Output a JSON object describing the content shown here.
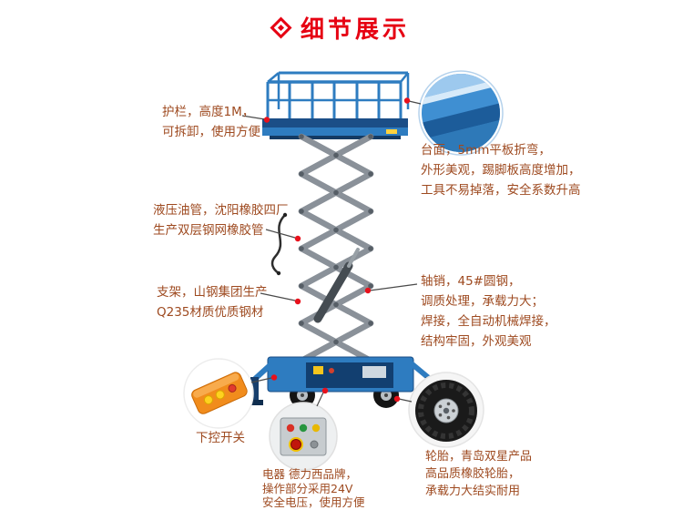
{
  "title": "细节展示",
  "colors": {
    "title_red": "#e60012",
    "note_text": "#9e4a20",
    "dot_red": "#e8111c",
    "lift_blue": "#2e7cc0",
    "lift_navy": "#1a4d85",
    "scissor_gray": "#8a9199",
    "remote_orange": "#f18c1c",
    "tire_black": "#1a1a1a"
  },
  "notes": {
    "guardrail": {
      "lines": [
        "护栏，高度1M，",
        "可拆卸，使用方便"
      ]
    },
    "platform": {
      "lines": [
        "台面，5mm平板折弯，",
        "外形美观，踢脚板高度增加，",
        "工具不易掉落，安全系数升高"
      ]
    },
    "hydraulic_hose": {
      "lines": [
        "液压油管，沈阳橡胶四厂",
        "生产双层钢网橡胶管"
      ]
    },
    "frame": {
      "lines": [
        "支架，山钢集团生产",
        "Q235材质优质钢材"
      ]
    },
    "axle_pin": {
      "lines": [
        "轴销，45#圆钢，",
        "调质处理，承载力大；",
        "焊接，全自动机械焊接，",
        "结构牢固，外观美观"
      ]
    },
    "lower_control": {
      "label": "下控开关"
    },
    "electric": {
      "lines": [
        "电器 德力西品牌，",
        "操作部分采用24V",
        "安全电压，使用方便"
      ]
    },
    "tire": {
      "lines": [
        "轮胎，青岛双星产品",
        "高品质橡胶轮胎，",
        "承载力大结实耐用"
      ]
    }
  }
}
